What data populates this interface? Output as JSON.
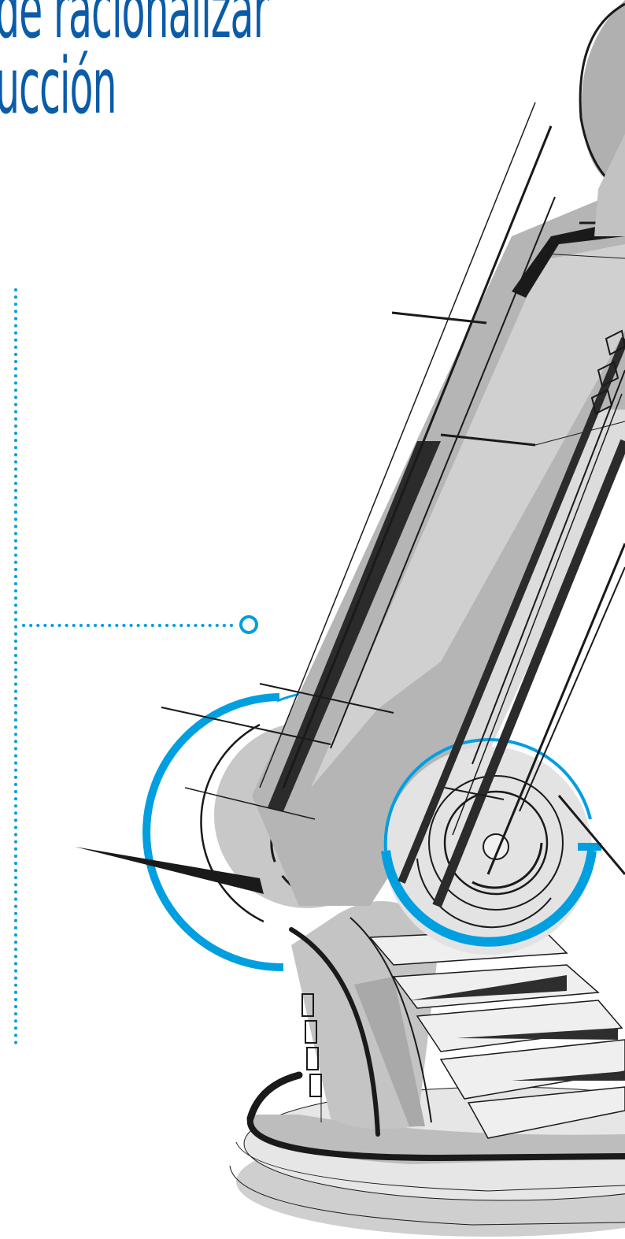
{
  "headline": {
    "line1": "de racionalizar",
    "line2": "ucción"
  },
  "colors": {
    "accent_blue": "#009fe0",
    "headline_blue": "#0a5ca8",
    "ink": "#1a1a1a",
    "grey_dark": "#9b9b9b",
    "grey_mid": "#bdbdbd",
    "grey_light": "#dcdcdc",
    "grey_pale": "#efefef"
  },
  "icons": {
    "callout_marker": "ring-marker-icon",
    "illustration": "robot-arm-illustration"
  }
}
